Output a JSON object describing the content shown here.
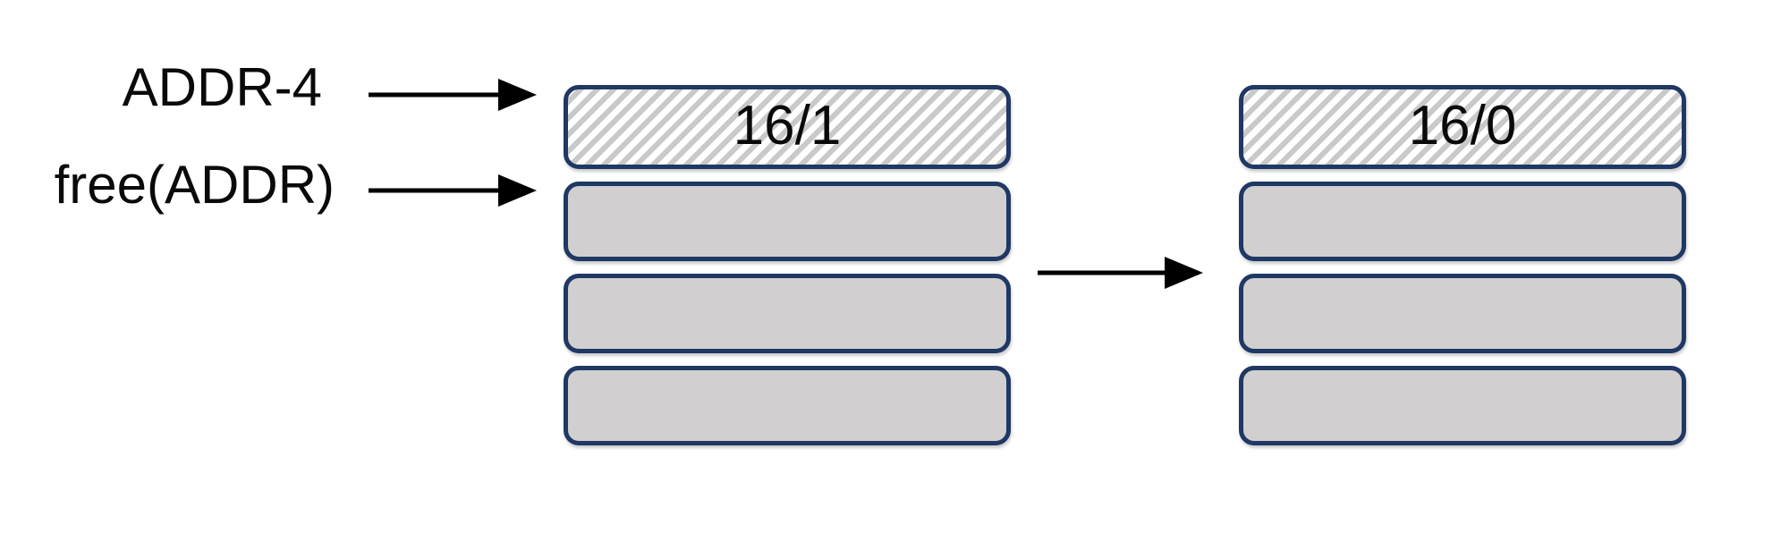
{
  "diagram": {
    "annotations": [
      {
        "id": "addr-4",
        "text": "ADDR-4"
      },
      {
        "id": "free-addr",
        "text": "free(ADDR)"
      }
    ],
    "left_stack": {
      "top_block_label": "16/1",
      "block_count": 4
    },
    "right_stack": {
      "top_block_label": "16/0",
      "block_count": 4
    },
    "arrows": [
      {
        "name": "addr-4-arrow",
        "direction": "right"
      },
      {
        "name": "free-addr-arrow",
        "direction": "right"
      },
      {
        "name": "stack-link-arrow",
        "direction": "right"
      }
    ],
    "colors": {
      "block_border": "#1F3864",
      "block_fill_gray": "#D1CFCF",
      "hatch_stripe": "#C9C9C9",
      "hatch_background": "#FFFFFF",
      "arrow": "#000000",
      "text": "#0A0A0A",
      "background": "#FFFFFF"
    }
  }
}
